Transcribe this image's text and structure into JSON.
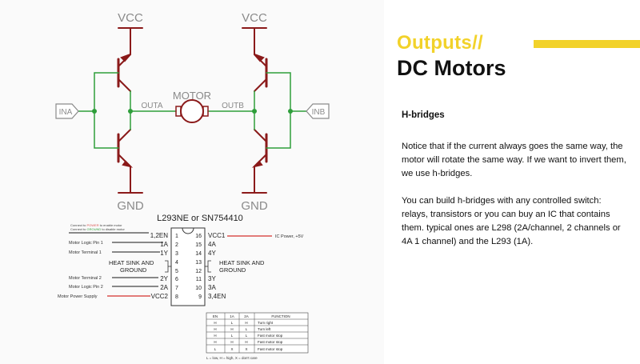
{
  "slide": {
    "title_line1": "Outputs//",
    "title_line2": "DC Motors",
    "heading": "H-bridges",
    "paragraph1": "Notice that if the current always goes the same way, the motor will rotate the same way. If we want to invert them, we use h-bridges.",
    "paragraph2": "You can build h-bridges with any controlled switch: relays, transistors or you can buy an IC that contains them. typical ones are L298 (2A/channel, 2 channels or 4A 1 channel) and the L293 (1A)."
  },
  "circuit": {
    "vcc_left": "VCC",
    "vcc_right": "VCC",
    "gnd_left": "GND",
    "gnd_right": "GND",
    "motor": "MOTOR",
    "outa": "OUTA",
    "outb": "OUTB",
    "ina": "INA",
    "inb": "INB"
  },
  "ic": {
    "title": "L293NE or SN754410",
    "enable_note_prefix1": "Connect to ",
    "enable_note_power": "POWER",
    "enable_note_suffix1": " to enable motor",
    "enable_note_prefix2": "Connect to ",
    "enable_note_ground": "GROUND",
    "enable_note_suffix2": " to disable motor",
    "left_labels": [
      "Motor Logic Pin 1",
      "Motor Terminal 1",
      "Motor Terminal 2",
      "Motor Logic Pin 2",
      "Motor Power Supply"
    ],
    "right_label": "IC Power, +5V",
    "left_pins": [
      "1,2EN",
      "1A",
      "1Y",
      "",
      "",
      "2Y",
      "2A",
      "VCC2"
    ],
    "right_pins": [
      "VCC1",
      "4A",
      "4Y",
      "",
      "",
      "3Y",
      "3A",
      "3,4EN"
    ],
    "left_numbers": [
      "1",
      "2",
      "3",
      "4",
      "5",
      "6",
      "7",
      "8"
    ],
    "right_numbers": [
      "16",
      "15",
      "14",
      "13",
      "12",
      "11",
      "10",
      "9"
    ],
    "heat_sink_left": [
      "HEAT SINK AND",
      "GROUND"
    ],
    "heat_sink_right": [
      "HEAT SINK AND",
      "GROUND"
    ],
    "colors": {
      "wire_red": "#d9534f",
      "wire_dark": "#444444"
    }
  },
  "truth_table": {
    "headers": [
      "EN",
      "1A",
      "2A",
      "FUNCTION"
    ],
    "rows": [
      [
        "H",
        "L",
        "H",
        "Turn right"
      ],
      [
        "H",
        "H",
        "L",
        "Turn left"
      ],
      [
        "H",
        "L",
        "L",
        "Fast motor stop"
      ],
      [
        "H",
        "H",
        "H",
        "Fast motor stop"
      ],
      [
        "L",
        "X",
        "X",
        "Fast motor stop"
      ]
    ],
    "legend": "L = low, H = high, X = don't care"
  },
  "colors": {
    "accent_yellow": "#f2d22a",
    "circuit_red": "#8b1a1a",
    "circuit_green": "#2e9e3a",
    "circuit_gray": "#8a8a8a"
  }
}
